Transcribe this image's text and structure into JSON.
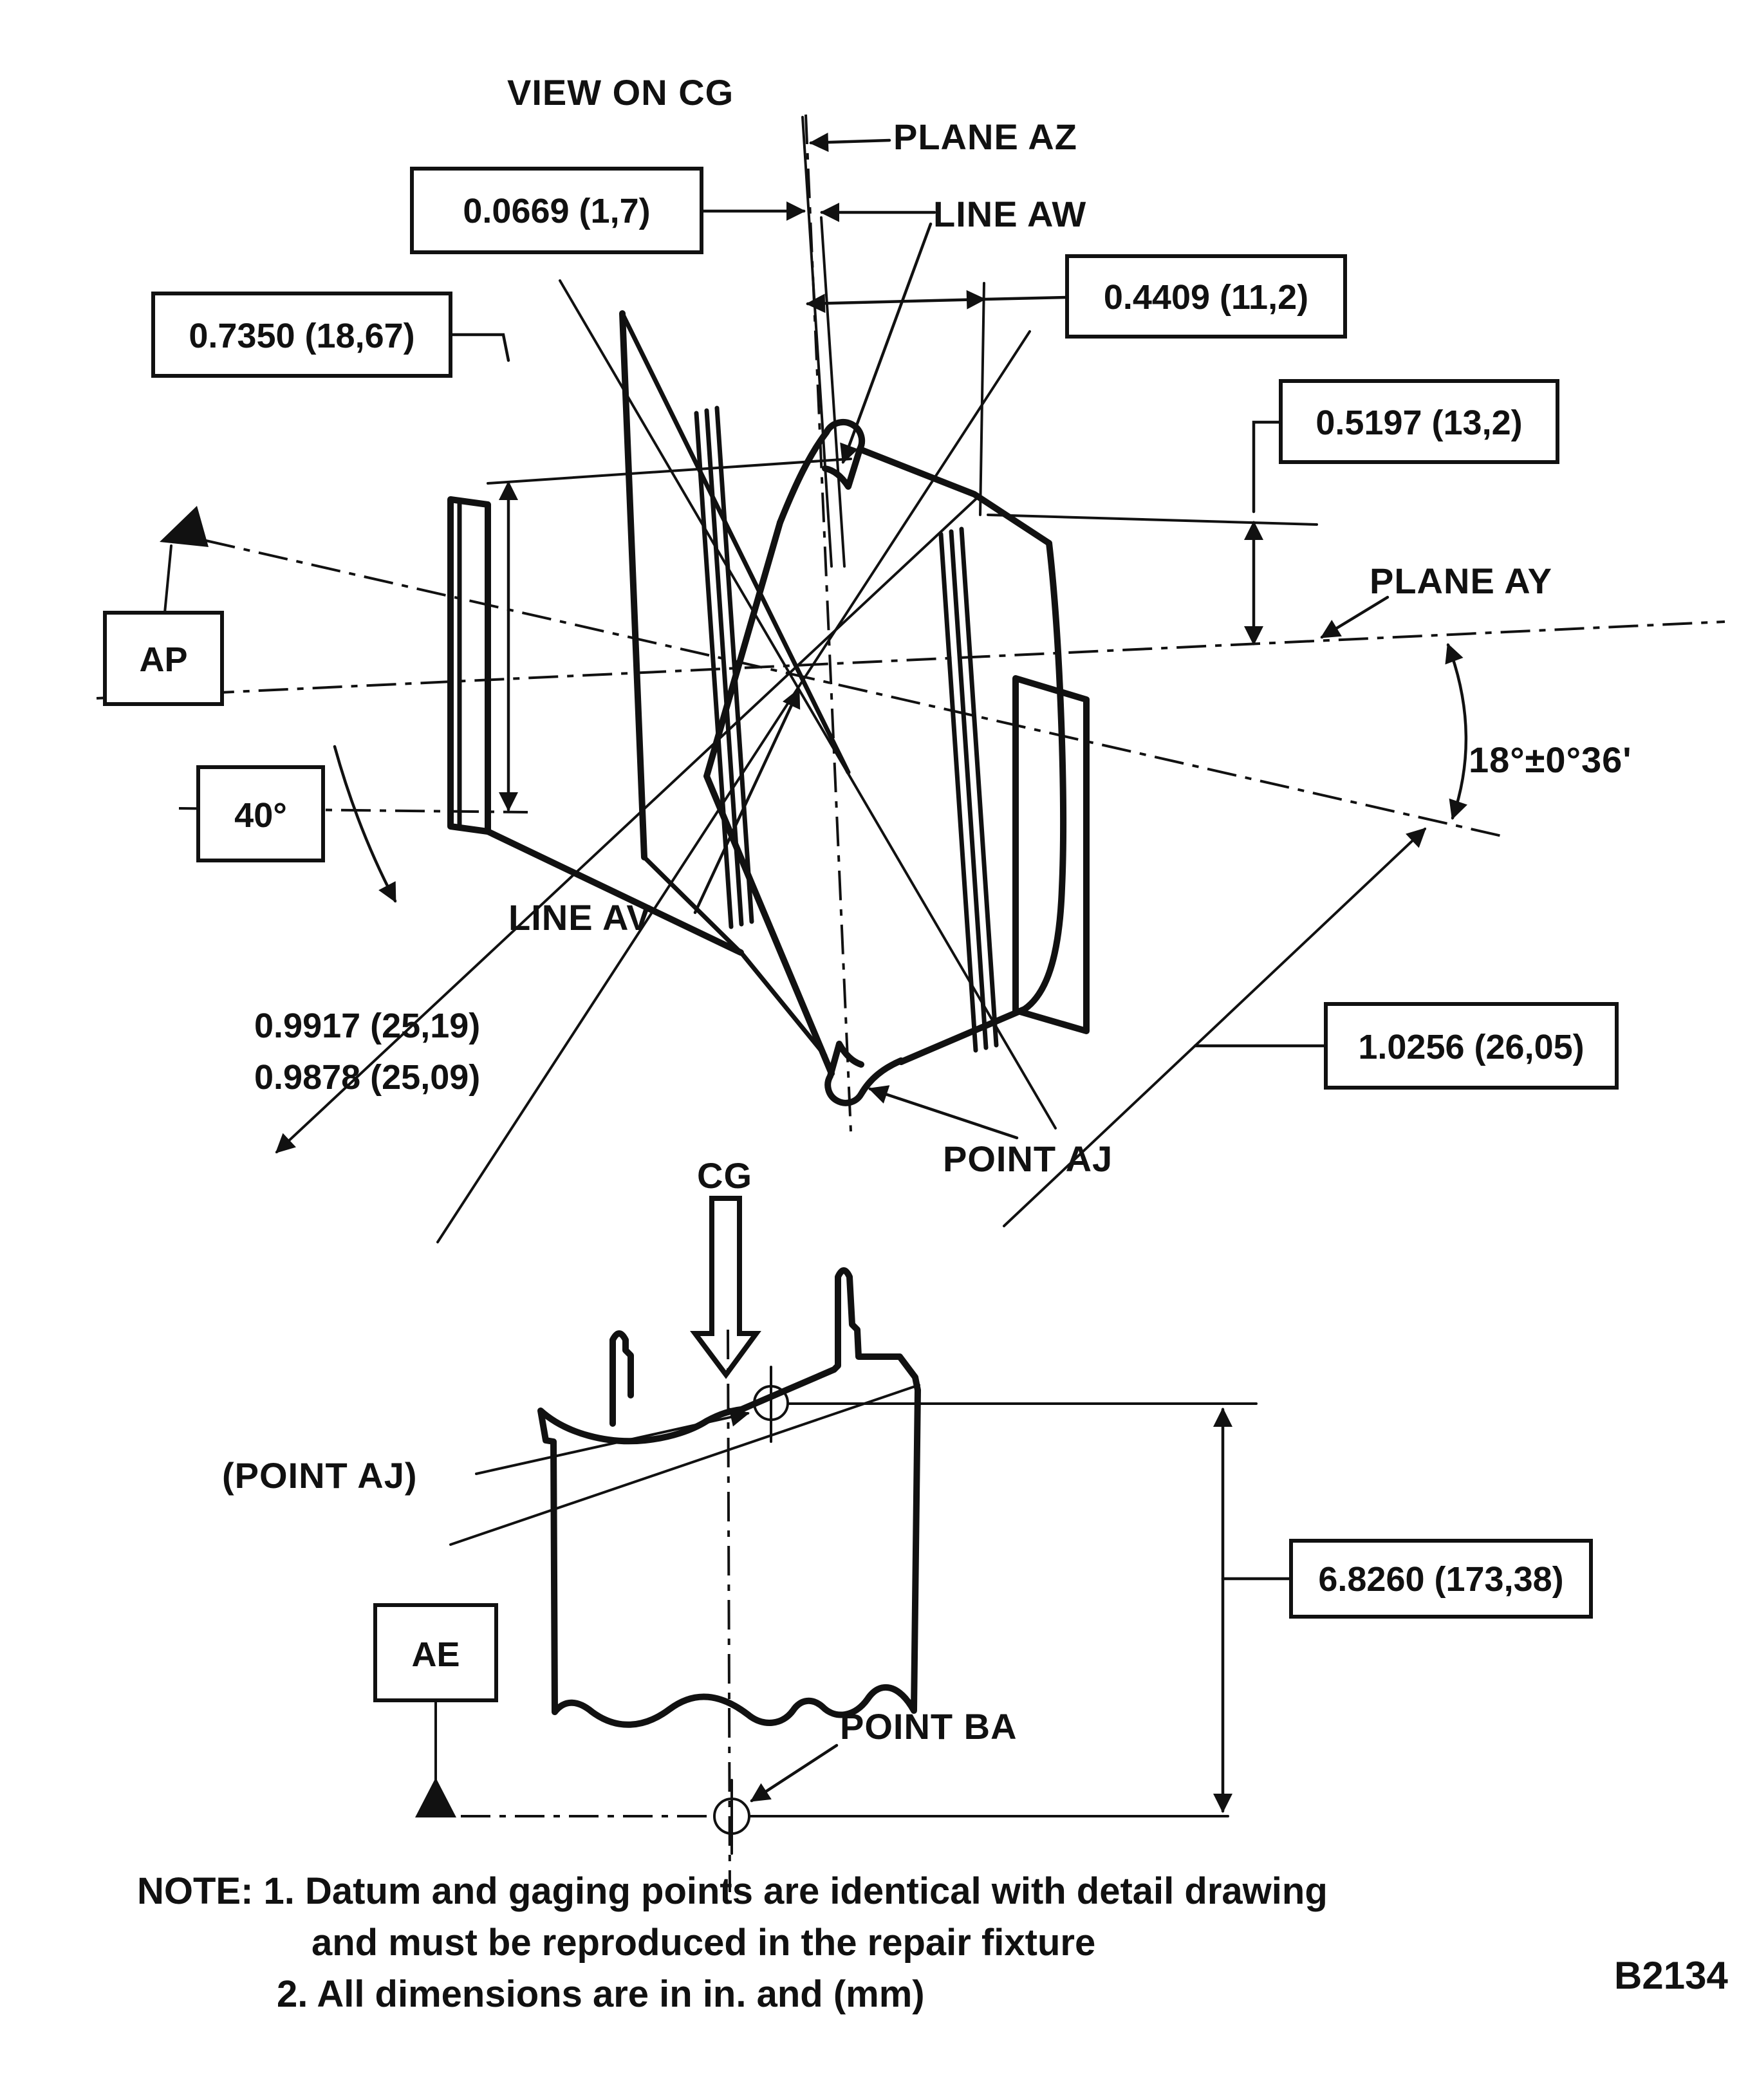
{
  "meta": {
    "figure_number": "B2134"
  },
  "upper": {
    "title": "VIEW ON CG",
    "plane_az": "PLANE AZ",
    "line_aw": "LINE AW",
    "plane_ay": "PLANE AY",
    "line_av": "LINE AV",
    "point_aj": "POINT AJ",
    "ap": "AP",
    "dim_0669": "0.0669 (1,7)",
    "dim_4409": "0.4409 (11,2)",
    "dim_7350": "0.7350 (18,67)",
    "dim_5197": "0.5197 (13,2)",
    "angle_18": "18°±0°36'",
    "angle_40": "40°",
    "dim_9917": "0.9917 (25,19)",
    "dim_9878": "0.9878 (25,09)",
    "dim_10256": "1.0256 (26,05)"
  },
  "lower": {
    "cg_label": "CG",
    "point_aj_ref": "(POINT AJ)",
    "ae": "AE",
    "point_ba": "POINT BA",
    "dim_68260": "6.8260 (173,38)"
  },
  "notes": {
    "line1": "NOTE:  1. Datum and gaging points are identical with detail drawing",
    "line2": "and must be reproduced in the repair fixture",
    "line3": "2. All dimensions are in in. and (mm)"
  }
}
